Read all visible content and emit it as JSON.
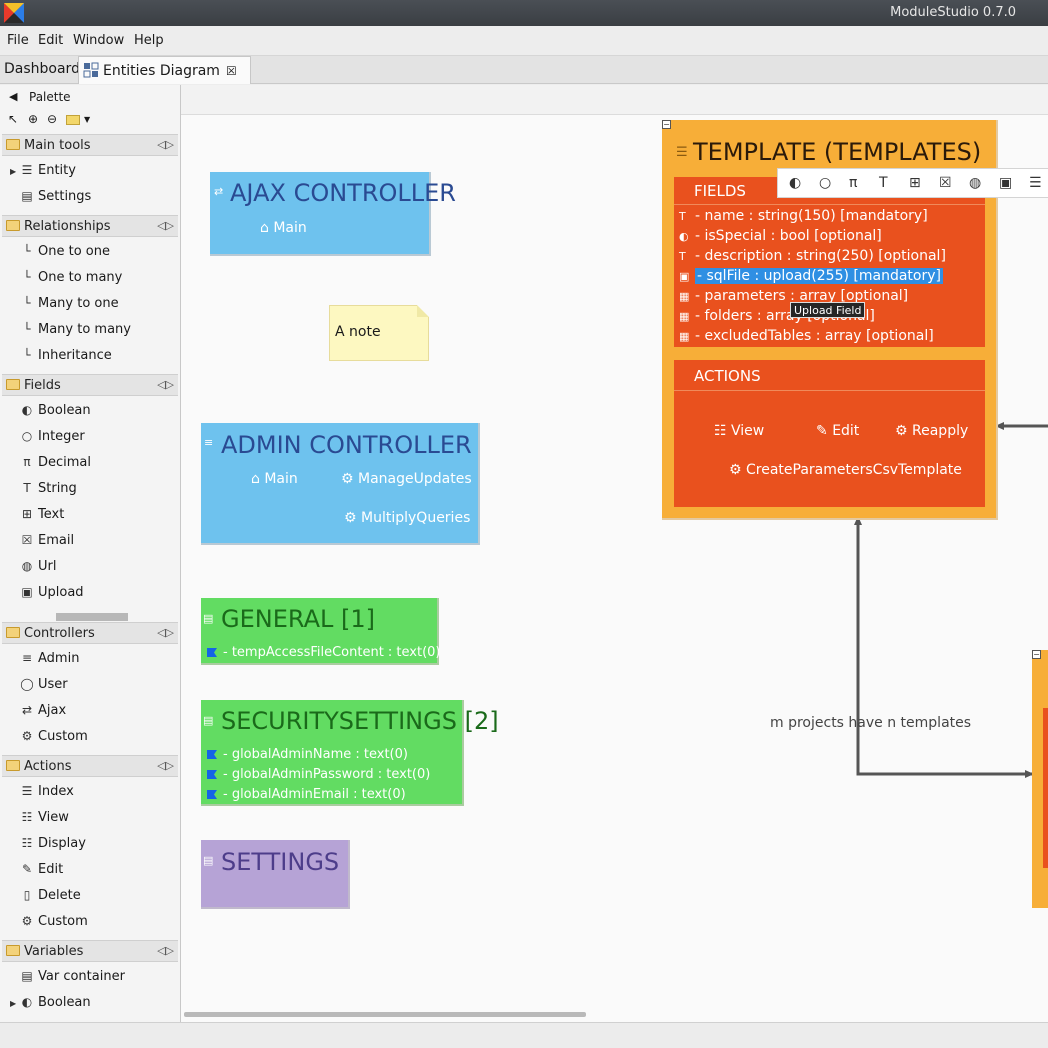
{
  "app": {
    "title": "ModuleStudio 0.7.0"
  },
  "menu": [
    "File",
    "Edit",
    "Window",
    "Help"
  ],
  "tabs": {
    "dashboard": "Dashboard",
    "diagram": "Entities Diagram"
  },
  "palette": {
    "header": "Palette",
    "groups": [
      {
        "label": "Main tools",
        "items": [
          "Entity",
          "Settings"
        ]
      },
      {
        "label": "Relationships",
        "items": [
          "One to one",
          "One to many",
          "Many to one",
          "Many to many",
          "Inheritance"
        ]
      },
      {
        "label": "Fields",
        "items": [
          "Boolean",
          "Integer",
          "Decimal",
          "String",
          "Text",
          "Email",
          "Url",
          "Upload"
        ]
      },
      {
        "label": "Controllers",
        "items": [
          "Admin",
          "User",
          "Ajax",
          "Custom"
        ]
      },
      {
        "label": "Actions",
        "items": [
          "Index",
          "View",
          "Display",
          "Edit",
          "Delete",
          "Custom"
        ]
      },
      {
        "label": "Variables",
        "items": [
          "Var container",
          "Boolean"
        ]
      }
    ]
  },
  "diagram": {
    "ajax_controller": {
      "title": "AJAX CONTROLLER",
      "actions": [
        "Main"
      ]
    },
    "note": {
      "text": "A note"
    },
    "admin_controller": {
      "title": "ADMIN CONTROLLER",
      "actions": [
        "Main",
        "ManageUpdates",
        "MultiplyQueries"
      ]
    },
    "general": {
      "title": "GENERAL [1]",
      "fields": [
        "- tempAccessFileContent : text(0)"
      ]
    },
    "security_settings": {
      "title": "SECURITYSETTINGS [2]",
      "fields": [
        "- globalAdminName : text(0)",
        "- globalAdminPassword : text(0)",
        "- globalAdminEmail : text(0)"
      ]
    },
    "settings": {
      "title": "SETTINGS"
    },
    "template": {
      "title": "TEMPLATE (TEMPLATES)",
      "fields_header": "FIELDS",
      "fields": [
        "- name : string(150) [mandatory]",
        "- isSpecial : bool [optional]",
        "- description : string(250) [optional]",
        "- sqlFile : upload(255) [mandatory]",
        "- parameters : array [optional]",
        "- folders : array [optional]",
        "- excludedTables : array [optional]"
      ],
      "actions_header": "ACTIONS",
      "actions": [
        "View",
        "Edit",
        "Reapply",
        "CreateParametersCsvTemplate"
      ]
    },
    "tooltip": "Upload Field",
    "relation_label": "m projects have n templates"
  },
  "colors": {
    "controller": "#6ec2ee",
    "variables": "#62dc62",
    "settings": "#b6a3d6",
    "entity": "#f7ae38",
    "entity_panel": "#e9511e",
    "selection": "#2f8fe3"
  }
}
